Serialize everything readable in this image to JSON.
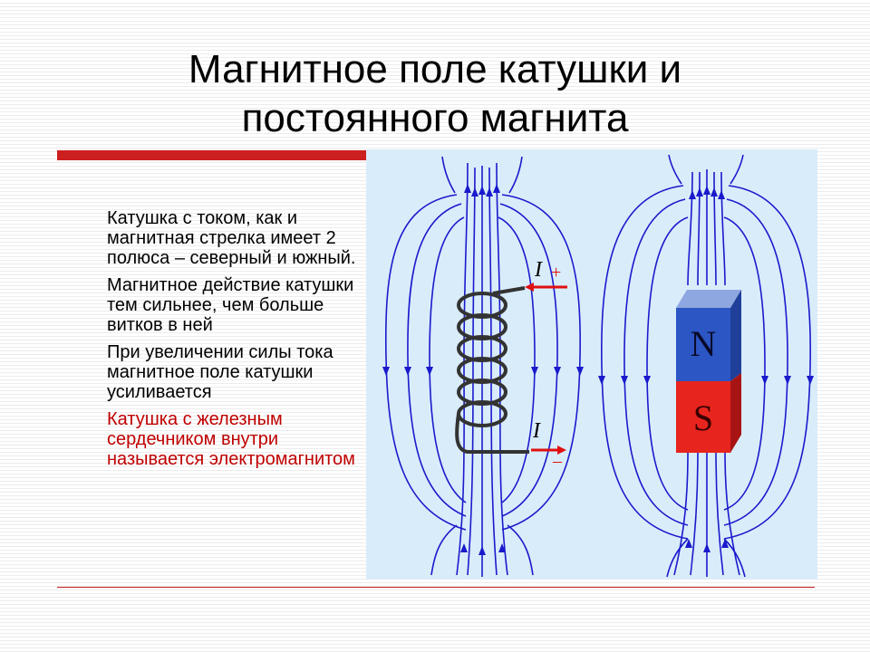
{
  "slide": {
    "title_line1": "Магнитное поле катушки и",
    "title_line2": "постоянного магнита"
  },
  "text": [
    "Катушка с током, как и магнитная стрелка имеет 2 полюса – северный и южный.",
    "Магнитное действие катушки тем сильнее, чем больше витков в ней",
    "При увеличении силы тока магнитное поле катушки усиливается",
    "Катушка с железным сердечником внутри называется электромагнитом"
  ],
  "figure": {
    "current_top_label": "I",
    "current_top_sign": "+",
    "current_bottom_label": "I",
    "current_bottom_sign": "–",
    "north_label": "N",
    "south_label": "S"
  },
  "colors": {
    "field_lines": "#1a1acc",
    "accent_red": "#cc1f1f",
    "red_text": "#c00000",
    "figure_bg": "#d9ecfa",
    "magnet_north": "#2b56c4",
    "magnet_south": "#e8241e"
  }
}
